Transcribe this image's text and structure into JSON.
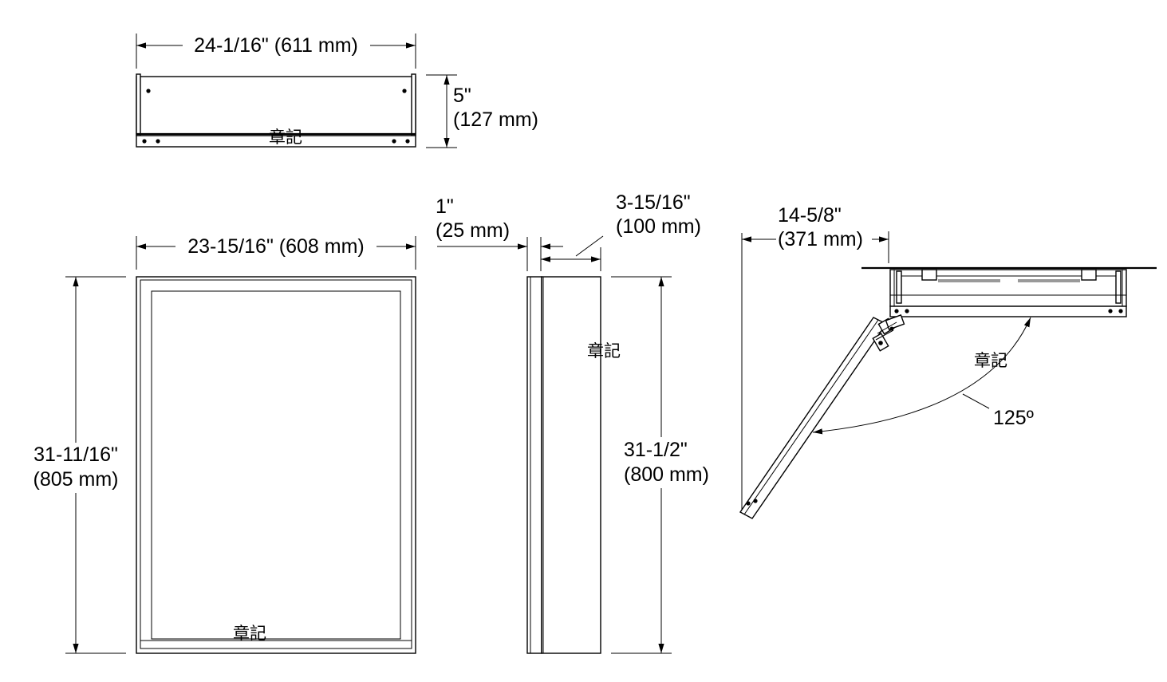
{
  "top_view": {
    "width_label": "24-1/16\" (611 mm)",
    "depth_label_in": "5\"",
    "depth_label_mm": "(127 mm)",
    "mark": "章記"
  },
  "front_view": {
    "width_label": "23-15/16\" (608 mm)",
    "height_label_in": "31-11/16\"",
    "height_label_mm": "(805 mm)",
    "mark": "章記"
  },
  "side_view": {
    "door_label_in": "1\"",
    "door_label_mm": "(25 mm)",
    "body_label_in": "3-15/16\"",
    "body_label_mm": "(100 mm)",
    "height_label_in": "31-1/2\"",
    "height_label_mm": "(800 mm)",
    "mark": "章記"
  },
  "open_view": {
    "swing_label_in": "14-5/8\"",
    "swing_label_mm": "(371 mm)",
    "angle_label": "125º",
    "mark": "章記"
  }
}
